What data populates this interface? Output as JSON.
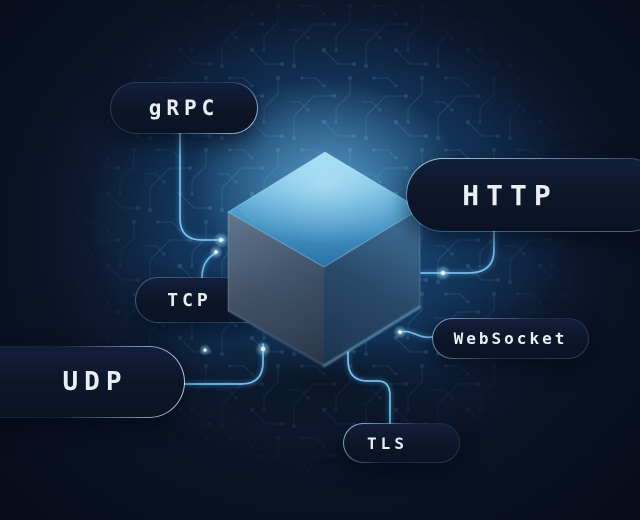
{
  "scene": {
    "description": "glass cube protocol diagram",
    "colors": {
      "background": "#0b1528",
      "glow": "#2b86cc",
      "wire": "#7cc4ee",
      "pill_fill": "#0c1628",
      "pill_text": "#e9eef5",
      "cube_top": "#3e96c8",
      "cube_left": "#46566b",
      "cube_right": "#2c4a68"
    },
    "nodes": [
      {
        "id": "grpc",
        "label": "gRPC"
      },
      {
        "id": "http",
        "label": "HTTP"
      },
      {
        "id": "tcp",
        "label": "TCP"
      },
      {
        "id": "udp",
        "label": "UDP"
      },
      {
        "id": "websocket",
        "label": "WebSocket"
      },
      {
        "id": "tls",
        "label": "TLS"
      }
    ]
  }
}
